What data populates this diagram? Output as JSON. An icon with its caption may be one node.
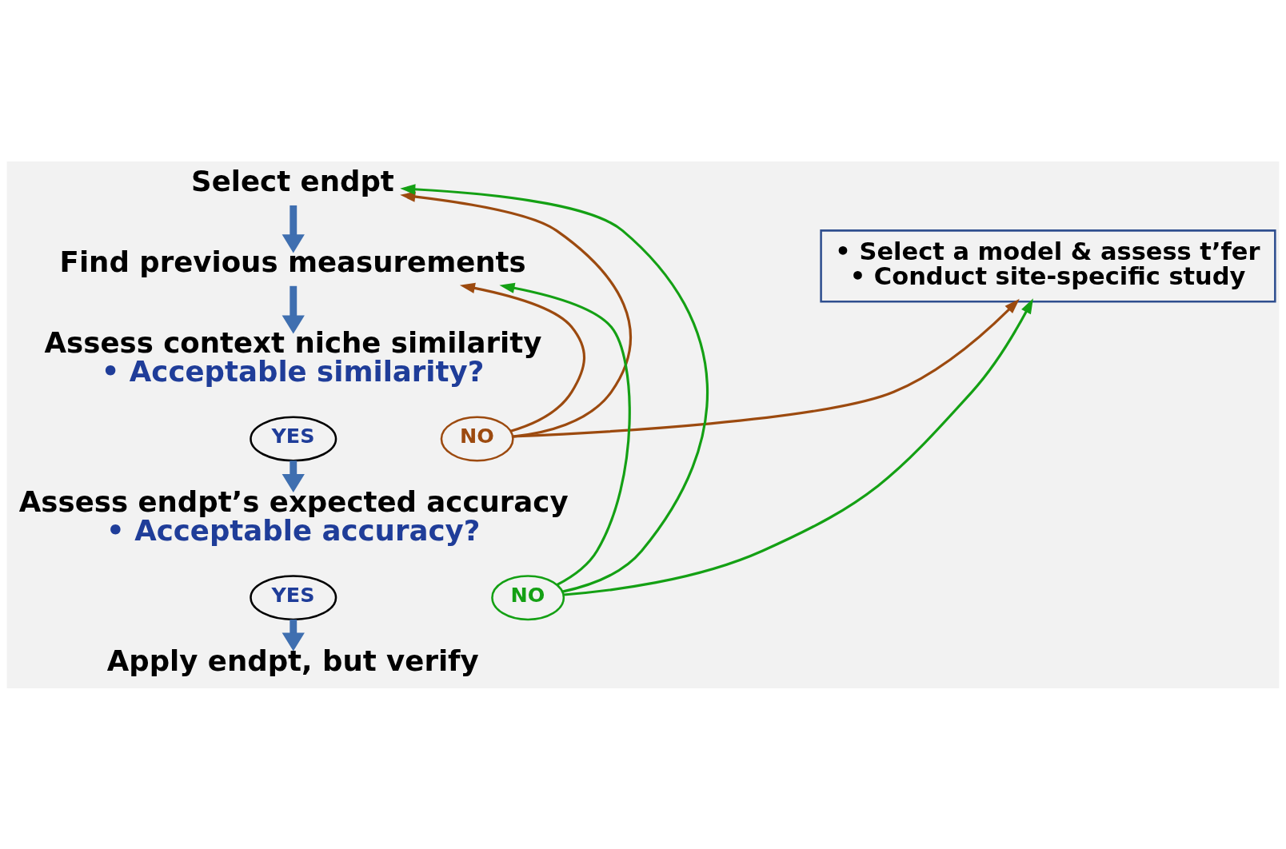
{
  "diagram": {
    "nodes": [
      {
        "text": [
          "Select endpt"
        ]
      },
      {
        "text": [
          "Find previous measurements"
        ]
      },
      {
        "text": [
          "Assess context niche similarity",
          "• Acceptable similarity?"
        ]
      },
      {
        "text": [
          "YES"
        ]
      },
      {
        "text": [
          "NO"
        ]
      },
      {
        "text": [
          "Assess endpt’s expected accuracy",
          "• Acceptable accuracy?"
        ]
      },
      {
        "text": [
          "YES"
        ]
      },
      {
        "text": [
          "NO"
        ]
      },
      {
        "text": [
          "Apply endpt, but verify"
        ]
      },
      {
        "text": [
          "• Select a model & assess t’fer",
          "• Conduct site-specific study"
        ]
      }
    ],
    "edges": [
      {
        "from": 0,
        "to": 1,
        "arrow": "to",
        "style": "thick"
      },
      {
        "from": 1,
        "to": 2,
        "arrow": "to",
        "style": "thick"
      },
      {
        "from": 3,
        "to": 5,
        "arrow": "to",
        "style": "thick"
      },
      {
        "from": 6,
        "to": 8,
        "arrow": "to",
        "style": "thick"
      },
      {
        "from": 4,
        "to": 0,
        "arrow": "to",
        "color": "#9c4a0f"
      },
      {
        "from": 4,
        "to": 1,
        "arrow": "to",
        "color": "#9c4a0f"
      },
      {
        "from": 4,
        "to": 9,
        "arrow": "to",
        "color": "#9c4a0f"
      },
      {
        "from": 7,
        "to": 0,
        "arrow": "to",
        "color": "#14a014"
      },
      {
        "from": 7,
        "to": 1,
        "arrow": "to",
        "color": "#14a014"
      },
      {
        "from": 7,
        "to": 9,
        "arrow": "to",
        "color": "#14a014"
      }
    ]
  }
}
